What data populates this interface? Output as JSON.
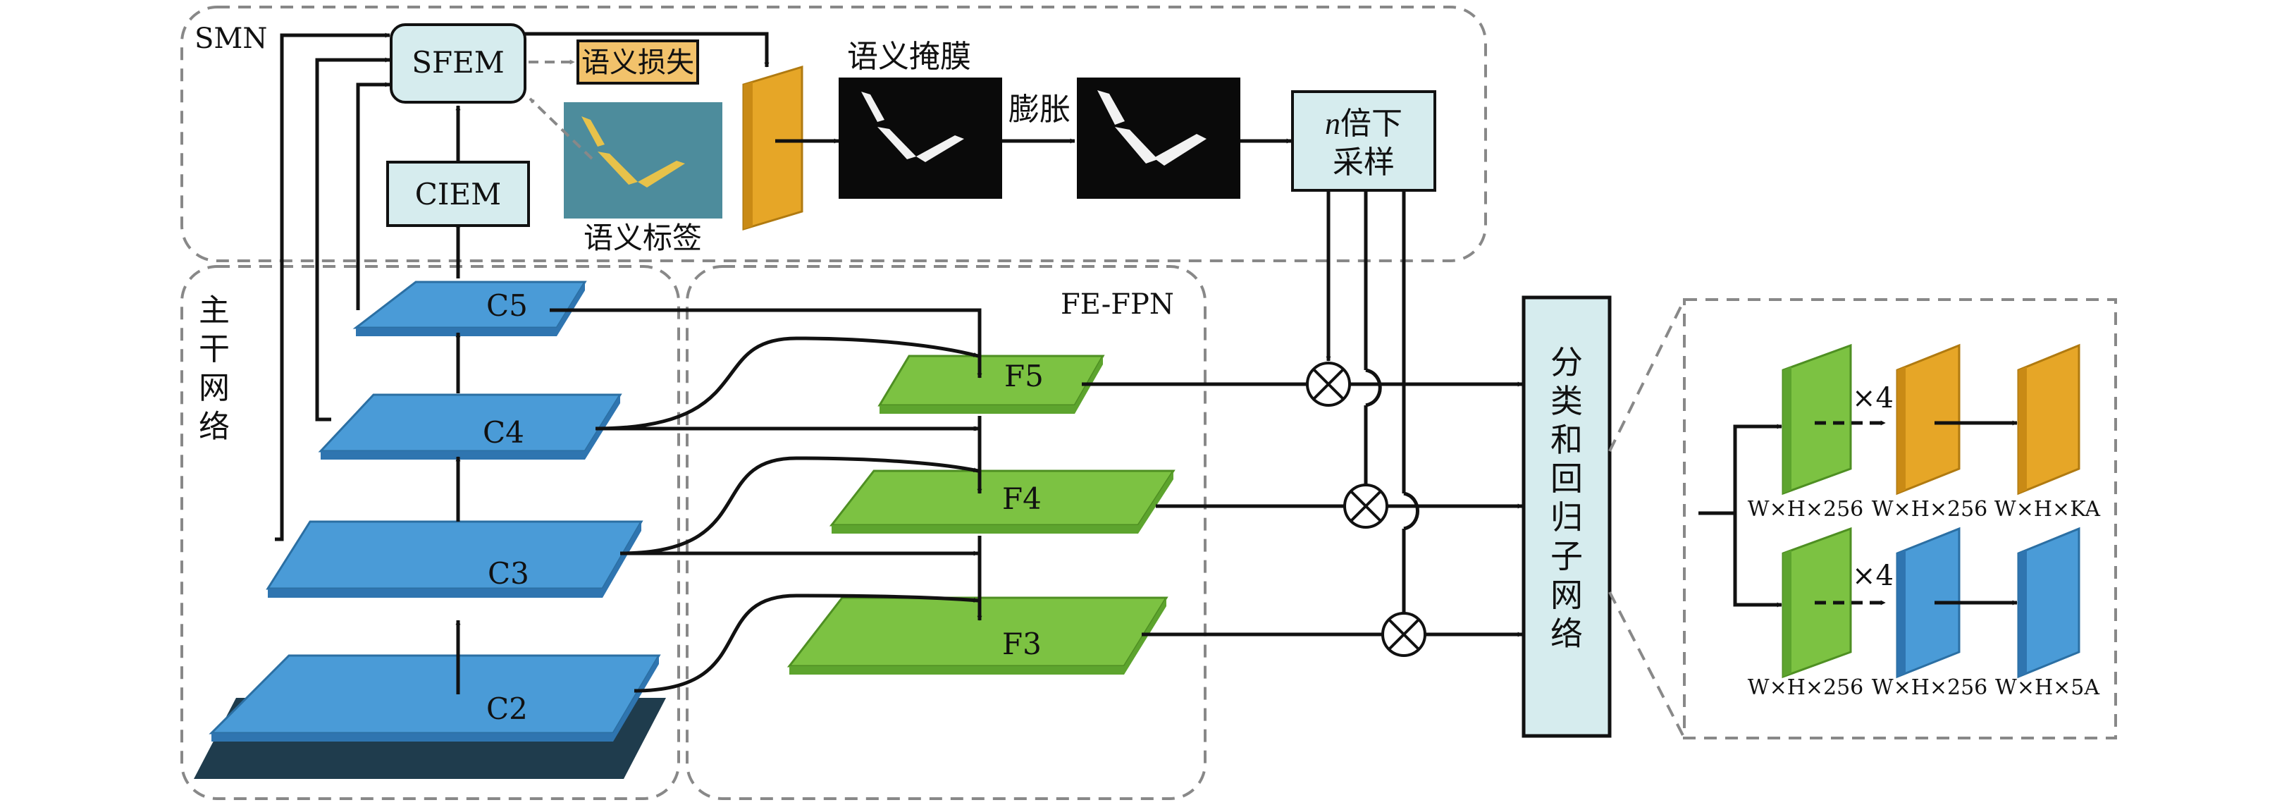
{
  "regions": {
    "smn": "SMN",
    "backbone": [
      "主",
      "干",
      "网",
      "络"
    ],
    "fe_fpn": "FE-FPN"
  },
  "modules": {
    "sfem": "SFEM",
    "ciem": "CIEM",
    "semantic_loss": "语义损失",
    "semantic_label": "语义标签",
    "semantic_mask": "语义掩膜",
    "dilate": "膨胀",
    "downsample_n": "n",
    "downsample_rest": "倍下",
    "downsample_line2": "采样",
    "head": [
      "分",
      "类",
      "和",
      "回",
      "归",
      "子",
      "网",
      "络"
    ]
  },
  "backbone_layers": [
    "C5",
    "C4",
    "C3",
    "C2"
  ],
  "fpn_layers": [
    "F5",
    "F4",
    "F3"
  ],
  "subnet": {
    "repeat": "×4",
    "cls_labels": [
      "W×H×256",
      "W×H×256",
      "W×H×KA"
    ],
    "reg_labels": [
      "W×H×256",
      "W×H×256",
      "W×H×5A"
    ]
  },
  "colors": {
    "blue": "#4a9bd7",
    "green": "#7cc242",
    "orange": "#e6a627",
    "box_fill": "#d6ecee",
    "loss_fill": "#f2c26b"
  }
}
